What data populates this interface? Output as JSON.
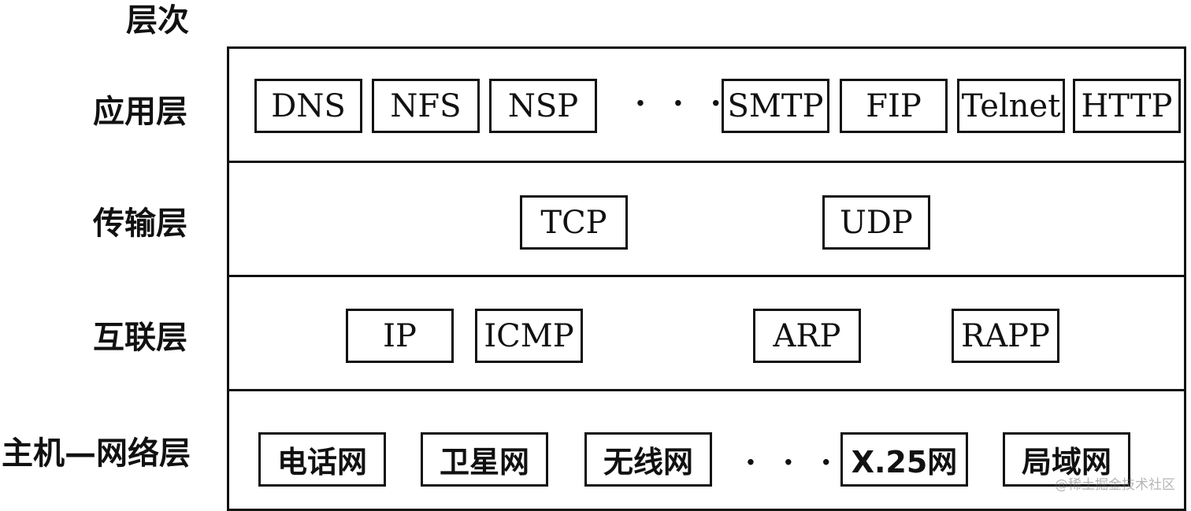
{
  "heading": "层次",
  "layers": [
    {
      "label": "应用层",
      "items": [
        "DNS",
        "NFS",
        "NSP",
        "· · ·",
        "SMTP",
        "FIP",
        "Telnet",
        "HTTP"
      ]
    },
    {
      "label": "传输层",
      "items": [
        "TCP",
        "UDP"
      ]
    },
    {
      "label": "互联层",
      "items": [
        "IP",
        "ICMP",
        "ARP",
        "RAPP"
      ]
    },
    {
      "label": "主机—网络层",
      "items": [
        "电话网",
        "卫星网",
        "无线网",
        "· · ·",
        "X.25网",
        "局域网"
      ]
    }
  ],
  "watermark": "@稀土掘金技术社区"
}
